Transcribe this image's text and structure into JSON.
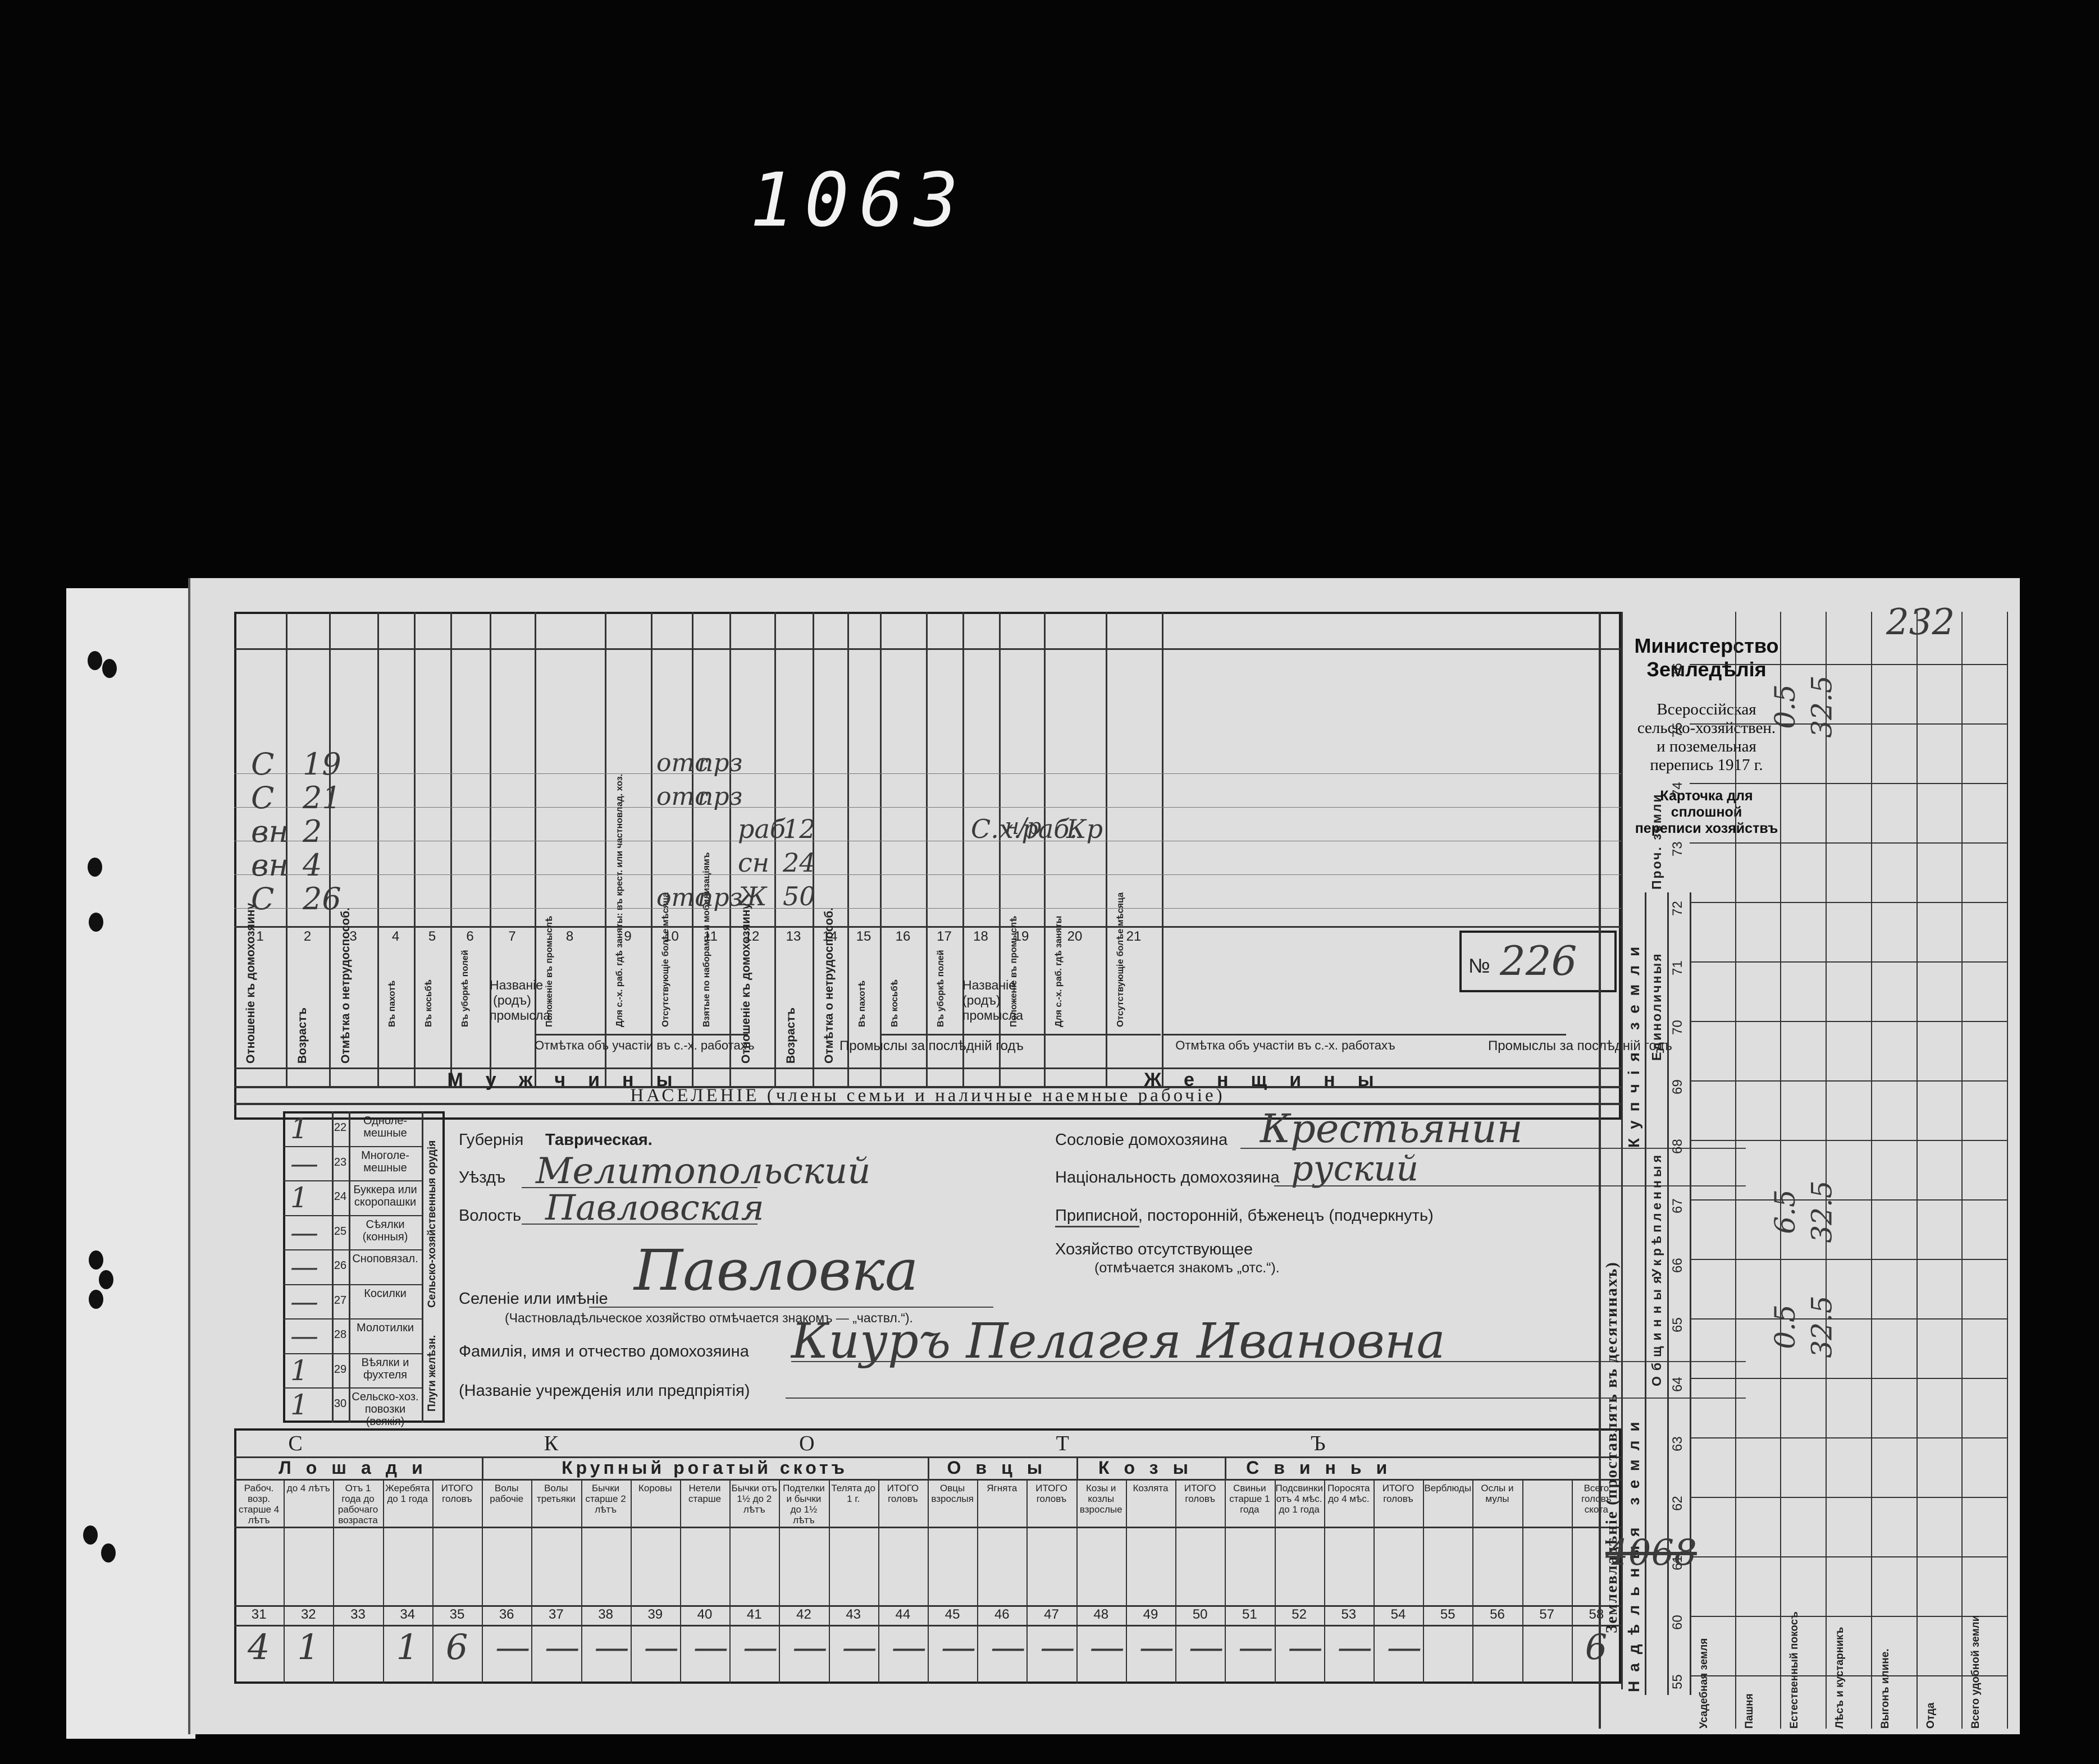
{
  "archive_number": "1063",
  "card": {
    "number_prefix": "№",
    "number": "226",
    "ministry": [
      "Министерство",
      "Земледѣлія"
    ],
    "census_title": [
      "Всероссійская",
      "сельско-хозяйствен.",
      "и поземельная",
      "перепись 1917 г."
    ],
    "card_title": [
      "Карточка для сплошной",
      "переписи хозяйствъ"
    ],
    "corner_note": "232"
  },
  "population": {
    "title": "НАСЕЛЕНІЕ (члены семьи и наличные наемные рабочіе)",
    "men_label": "Мужчины",
    "women_label": "Женщины",
    "col_numbers": [
      "1",
      "2",
      "3",
      "4",
      "5",
      "6",
      "7",
      "8",
      "9",
      "10",
      "11",
      "12",
      "13",
      "14",
      "15",
      "16",
      "17",
      "18",
      "19",
      "20",
      "21"
    ],
    "men_headers": [
      "Отношеніе къ домохозяину",
      "Возрастъ",
      "Отмѣтка о нетрудоспособ.",
      "Въ пахотѣ",
      "Въ косьбѣ",
      "Въ уборкѣ полей",
      "Названіе (родъ) промысла",
      "Положеніе въ промыслѣ",
      "Для с.-х. раб. гдѣ заняты: въ крест. или частновлад. хоз.",
      "Отсутствующіе болѣе мѣсяца",
      "Взятые по наборамъ и мобилизаціямъ"
    ],
    "women_headers": [
      "Отношеніе къ домохозяину",
      "Возрастъ",
      "Отмѣтка о нетрудоспособ.",
      "Въ пахотѣ",
      "Въ косьбѣ",
      "Въ уборкѣ полей",
      "Названіе (родъ) промысла",
      "Положеніе въ промыслѣ",
      "Для с.-х. раб. гдѣ заняты",
      "Отсутствующіе болѣе мѣсяца"
    ],
    "sub_participation": "Отмѣтка объ участіи въ с.-х. работахъ",
    "sub_trades": "Промыслы за послѣдній годъ",
    "men_rows": [
      {
        "relation": "С",
        "age": "19",
        "absent": "отс",
        "drafted": "прз"
      },
      {
        "relation": "С",
        "age": "21",
        "absent": "отс",
        "drafted": "прз"
      },
      {
        "relation": "вн",
        "age": "2",
        "absent": "",
        "drafted": ""
      },
      {
        "relation": "вн",
        "age": "4",
        "absent": "",
        "drafted": ""
      },
      {
        "relation": "С",
        "age": "26",
        "absent": "отс",
        "drafted": "прз"
      }
    ],
    "women_rows": [
      {
        "relation": "раб.",
        "age": "12",
        "trade": "С.х.раб.",
        "position": "н/р",
        "where": "Кр"
      },
      {
        "relation": "сн",
        "age": "24",
        "trade": "",
        "position": "",
        "where": ""
      },
      {
        "relation": "Ж",
        "age": "50",
        "trade": "",
        "position": "",
        "where": ""
      }
    ]
  },
  "location": {
    "gubernia_label": "Губернія",
    "gubernia": "Таврическая.",
    "uezd_label": "Уѣздъ",
    "uezd": "Мелитопольский",
    "volost_label": "Волость",
    "volost": "Павловская",
    "selenie_label": "Селеніе или имѣніе",
    "selenie": "Павловка",
    "selenie_note": "(Частновладѣльческое хозяйство отмѣчается знакомъ — „частвл.“).",
    "name_label": "Фамилія, имя и отчество домохозяина",
    "name": "Киуръ Пелагея Ивановна",
    "institution_label": "(Названіе учрежденія или предпріятія)",
    "estate_label": "Сословіе домохозяина",
    "estate": "Крестьянин",
    "nationality_label": "Національность домохозяина",
    "nationality": "руский",
    "status_label": "Приписной, посторонній, бѣженецъ (подчеркнуть)",
    "absent_label": "Хозяйство отсутствующее",
    "absent_note": "(отмѣчается знакомъ „отс.“)."
  },
  "implements": {
    "group_label": "Сельско-хозяйственныя орудія",
    "group_label2": "Плуги желѣзн.",
    "rows": [
      {
        "num": "22",
        "name": "Одноле-мешные",
        "value": "1"
      },
      {
        "num": "23",
        "name": "Многоле-мешные",
        "value": "—"
      },
      {
        "num": "24",
        "name": "Буккера или скоропашки",
        "value": "1"
      },
      {
        "num": "25",
        "name": "Сѣялки (конныя)",
        "value": "—"
      },
      {
        "num": "26",
        "name": "Сноповязал.",
        "value": "—"
      },
      {
        "num": "27",
        "name": "Косилки",
        "value": "—"
      },
      {
        "num": "28",
        "name": "Молотилки",
        "value": "—"
      },
      {
        "num": "29",
        "name": "Вѣялки и фухтеля",
        "value": "1"
      },
      {
        "num": "30",
        "name": "Сельско-хоз. повозки (всякія)",
        "value": "1"
      }
    ]
  },
  "livestock": {
    "title": "СКОТЪ",
    "groups": [
      "Лошади",
      "Крупный рогатый скотъ",
      "Овцы",
      "Козы",
      "Свиньи"
    ],
    "col_numbers": [
      "31",
      "32",
      "33",
      "34",
      "35",
      "36",
      "37",
      "38",
      "39",
      "40",
      "41",
      "42",
      "43",
      "44",
      "45",
      "46",
      "47",
      "48",
      "49",
      "50",
      "51",
      "52",
      "53",
      "54",
      "55",
      "56",
      "57",
      "58"
    ],
    "headers": [
      "Рабоч. возр. старше 4 лѣтъ",
      "до 4 лѣтъ",
      "Отъ 1 года до рабочаго возраста",
      "Жеребята до 1 года",
      "ИТОГО головъ",
      "Волы рабочіе",
      "Волы третьяки",
      "Бычки старше 2 лѣтъ",
      "Коровы",
      "Нетели старше",
      "Бычки отъ 1½ до 2 лѣтъ",
      "Подтелки и бычки до 1½ лѣтъ",
      "Телята до 1 г.",
      "ИТОГО головъ",
      "Овцы взрослыя",
      "Ягнята",
      "ИТОГО головъ",
      "Козы и козлы взрослые",
      "Козлята",
      "ИТОГО головъ",
      "Свиньи старше 1 года",
      "Подсвинки отъ 4 мѣс. до 1 года",
      "Поросята до 4 мѣс.",
      "ИТОГО головъ",
      "Верблюды",
      "Ослы и мулы",
      "",
      "Всего головъ скота"
    ],
    "values": [
      "4",
      "1",
      "",
      "1",
      "6",
      "—",
      "—",
      "—",
      "—",
      "—",
      "—",
      "—",
      "—",
      "—",
      "—",
      "—",
      "—",
      "—",
      "—",
      "—",
      "—",
      "—",
      "—",
      "—",
      "",
      "",
      "",
      "6"
    ]
  },
  "land": {
    "main_label": "Землевладѣніе (проставлять въ десятинахъ)",
    "allotment_label": "Надѣльныя земли",
    "communal_label": "Общинныя",
    "ukrep_label": "Укрѣпленныя",
    "purchased_label": "Купчія земли",
    "single_label": "Единоличныя",
    "other_label": "Проч. земли",
    "col_numbers": [
      "55",
      "60",
      "61",
      "62",
      "63",
      "64",
      "65",
      "66",
      "67",
      "68",
      "69",
      "70",
      "71",
      "72",
      "73",
      "74",
      "75",
      "76"
    ],
    "row_labels": [
      "Усадебная земля",
      "Пашня",
      "Естественный покосъ",
      "Лѣсъ и кустарникъ",
      "Выгонъ илине.",
      "Отда",
      "Всего удобной земли"
    ],
    "values": {
      "c65_row1": "6.5",
      "c65_row2": "32.5",
      "c63_row1": "0.5",
      "c63_row2": "32.5",
      "c75_row1": "0.5",
      "c75_row2": "32.5"
    },
    "crossed_out": "4068"
  }
}
